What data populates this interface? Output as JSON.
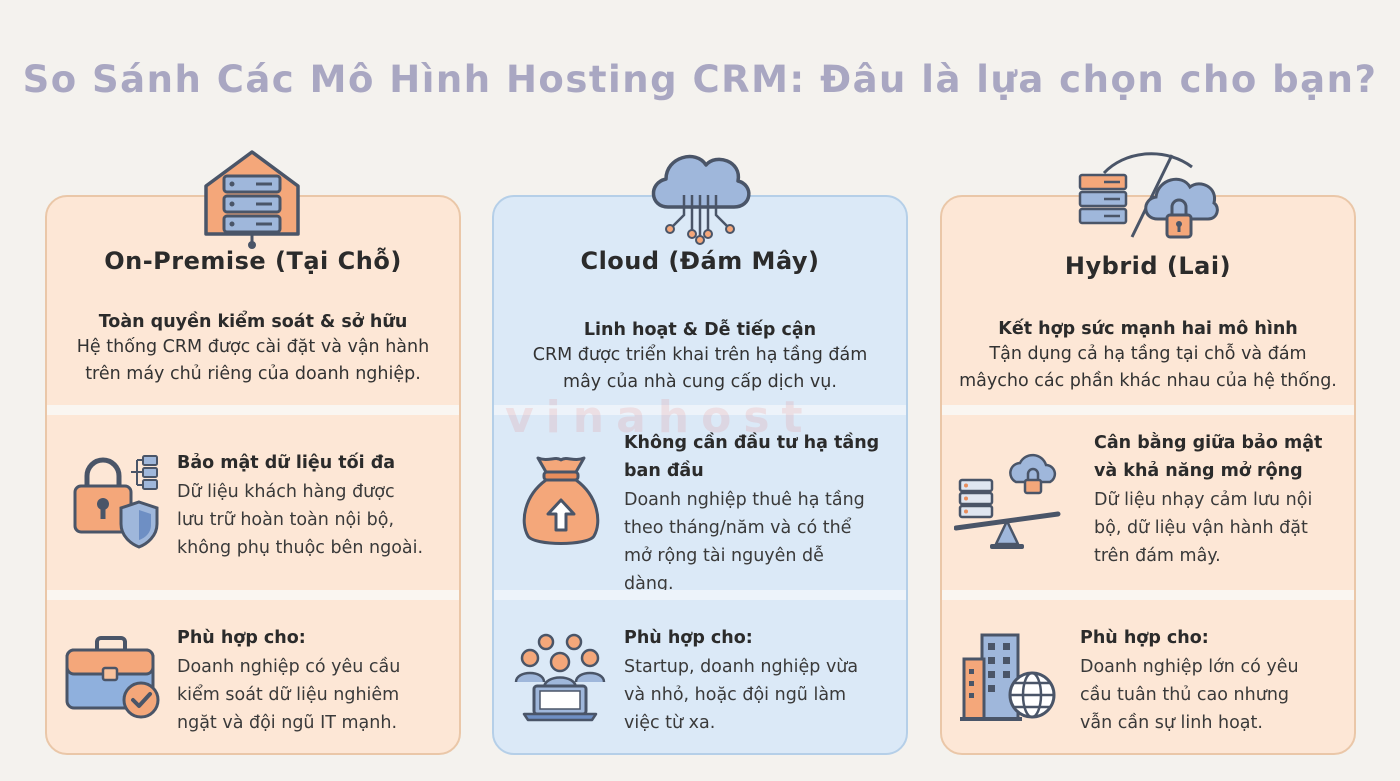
{
  "title": "So Sánh Các Mô Hình Hosting CRM: Đâu là lựa chọn cho bạn?",
  "watermark": "vinahost",
  "cards": [
    {
      "title": "On-Premise (Tại Chỗ)",
      "icon": "server-house-icon",
      "intro_head": "Toàn quyền kiểm soát & sở hữu",
      "intro_lines": [
        "Hệ thống CRM được cài đặt và vận hành",
        "trên máy chủ riêng của doanh nghiệp."
      ],
      "feature_icon": "lock-shield-icon",
      "feature_head": [
        "Bảo mật dữ liệu tối đa"
      ],
      "feature_lines": [
        "Dữ liệu khách hàng được",
        "lưu trữ hoàn toàn nội bộ,",
        "không phụ thuộc bên ngoài."
      ],
      "fit_icon": "briefcase-check-icon",
      "fit_head": "Phù hợp cho:",
      "fit_lines": [
        "Doanh nghiệp có yêu cầu",
        "kiểm soát dữ liệu nghiêm",
        "ngặt và đội ngũ IT mạnh."
      ]
    },
    {
      "title": "Cloud (Đám Mây)",
      "icon": "cloud-network-icon",
      "intro_head": "Linh hoạt & Dễ tiếp cận",
      "intro_lines": [
        "CRM được triển khai trên hạ tầng đám",
        "mây của nhà cung cấp dịch vụ."
      ],
      "feature_icon": "money-bag-icon",
      "feature_head": [
        "Không cần đầu tư hạ tầng",
        "ban đầu"
      ],
      "feature_lines": [
        "Doanh nghiệp thuê hạ tầng",
        "theo tháng/năm và có thể",
        "mở rộng tài nguyên dễ",
        "dàng."
      ],
      "fit_icon": "remote-team-icon",
      "fit_head": "Phù hợp cho:",
      "fit_lines": [
        "Startup, doanh nghiệp vừa",
        "và nhỏ, hoặc đội ngũ làm",
        "việc từ xa."
      ]
    },
    {
      "title": "Hybrid (Lai)",
      "icon": "server-cloud-lock-icon",
      "intro_head": "Kết hợp sức mạnh hai mô hình",
      "intro_lines": [
        "Tận dụng cả hạ tầng tại chỗ và đám",
        "mâycho các phần khác nhau của hệ thống."
      ],
      "feature_icon": "balance-scale-icon",
      "feature_head": [
        "Cân bằng giữa bảo mật",
        "và khả năng mở rộng"
      ],
      "feature_lines": [
        "Dữ liệu nhạy cảm lưu nội",
        "bộ, dữ liệu vận hành đặt",
        "trên đám mây."
      ],
      "fit_icon": "building-globe-icon",
      "fit_head": "Phù hợp cho:",
      "fit_lines": [
        "Doanh nghiệp lớn có yêu",
        "cầu tuân thủ cao nhưng",
        "vẫn cần sự linh hoạt."
      ]
    }
  ]
}
